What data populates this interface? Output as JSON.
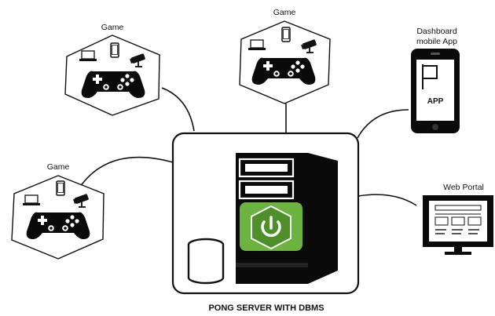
{
  "nodes": {
    "game_left_top": {
      "label": "Game"
    },
    "game_center_top": {
      "label": "Game"
    },
    "game_left_bottom": {
      "label": "Game"
    },
    "dashboard_app": {
      "label_line1": "Dashboard",
      "label_line2": "mobile App",
      "screen_text": "APP"
    },
    "web_portal": {
      "label": "Web Portal"
    },
    "server": {
      "caption": "PONG SERVER WITH DBMS"
    }
  },
  "colors": {
    "stroke": "#111111",
    "server_green": "#6db33f",
    "server_green_dark": "#4e8f2a",
    "server_black": "#0a0a0a"
  },
  "icons": [
    "laptop-icon",
    "phone-icon",
    "camera-icon",
    "gamepad-icon",
    "server-tower-icon",
    "power-icon",
    "database-icon",
    "smartphone-icon",
    "monitor-icon"
  ]
}
